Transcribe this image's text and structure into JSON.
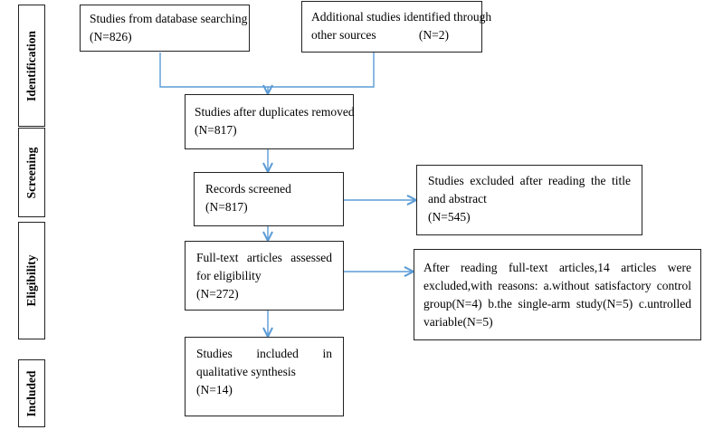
{
  "stages": {
    "identification": "Identification",
    "screening": "Screening",
    "eligibility": "Eligibility",
    "included": "Included"
  },
  "boxes": {
    "database": {
      "line1": "Studies from database searching",
      "line2": "(N=826)"
    },
    "other_sources": {
      "line1": "Additional studies identified through",
      "line2": "other sources              (N=2)"
    },
    "duplicates": {
      "line1": "Studies after duplicates removed",
      "line2": "(N=817)"
    },
    "screened": {
      "line1": "Records screened",
      "line2": "(N=817)"
    },
    "excluded_title": {
      "line1": "Studies excluded after reading the title",
      "line2": "and abstract",
      "line3": "(N=545)"
    },
    "fulltext": {
      "line1": "Full-text articles assessed",
      "line2": "for eligibility",
      "line3": "(N=272)"
    },
    "excluded_fulltext": {
      "line1": "After reading full-text articles,14 articles were",
      "line2": "excluded,with reasons: a.without satisfactory control",
      "line3": "group(N=4) b.the single-arm study(N=5) c.untrolled",
      "line4": "variable(N=5)"
    },
    "included": {
      "line1": "Studies included in",
      "line2": "qualitative synthesis",
      "line3": "(N=14)"
    }
  },
  "colors": {
    "arrow": "#5b9bd5",
    "border": "#222222"
  }
}
